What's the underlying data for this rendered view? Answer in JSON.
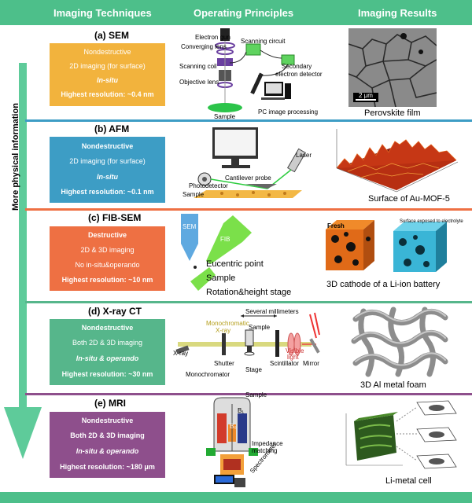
{
  "header": {
    "col1": "Imaging Techniques",
    "col2": "Operating Principles",
    "col3": "Imaging Results"
  },
  "side_label": "More physical information",
  "colors": {
    "header_green": "#4dbf8a",
    "arrow_green": "#5ecb9a",
    "sem": "#f2b33d",
    "afm": "#3d9dc5",
    "fib": "#ee7043",
    "xct": "#56b68b",
    "mri": "#8e4f8c"
  },
  "sections": {
    "sem": {
      "title": "(a) SEM",
      "lines": [
        "Nondestructive",
        "2D imaging (for surface)",
        "In-situ",
        "Highest resolution: ~0.4 nm"
      ],
      "labels": {
        "gun": "Electron gun",
        "conv": "Converging lens",
        "scoil": "Scanning coil",
        "objl": "Objective lens",
        "circuit": "Scanning circuit",
        "det1": "Secondary",
        "det2": "electron detector",
        "sample": "Sample",
        "pc": "PC image processing"
      },
      "scale": "2 μm",
      "caption": "Perovskite film"
    },
    "afm": {
      "title": "(b) AFM",
      "lines": [
        "Nondestructive",
        "2D imaging (for surface)",
        "In-situ",
        "Highest resolution: ~0.1 nm"
      ],
      "labels": {
        "laser": "Laser",
        "cantilever": "Cantilever probe",
        "photo": "Photodetector",
        "sample": "Sample"
      },
      "caption": "Surface of Au-MOF-5"
    },
    "fib": {
      "title": "(c) FIB-SEM",
      "lines": [
        "Destructive",
        "2D & 3D imaging",
        "No in-situ&operando",
        "Highest resolution: ~10 nm"
      ],
      "labels": {
        "sem": "SEM",
        "fib": "FIB",
        "eucentric": "Eucentric point",
        "sample": "Sample",
        "stage": "Rotation&height stage",
        "fresh": "Fresh",
        "exposed": "Surface exposed to electrolyte"
      },
      "caption": "3D cathode of a Li-ion battery"
    },
    "xct": {
      "title": "(d) X-ray CT",
      "lines": [
        "Nondestructive",
        "Both 2D & 3D imaging",
        "In-situ & operando",
        "Highest resolution: ~30 nm"
      ],
      "labels": {
        "several": "Several millimeters",
        "mono1": "Monochromatic",
        "mono2": "X-ray",
        "xray": "X-ray",
        "sample": "Sample",
        "shutter": "Shutter",
        "stage": "Stage",
        "scint": "Scintillator",
        "vis1": "Visible",
        "vis2": "light",
        "mirror": "Mirror",
        "monochromator": "Monochromator"
      },
      "caption": "3D Al metal foam"
    },
    "mri": {
      "title": "(e) MRI",
      "lines": [
        "Nondestructive",
        "Both 2D & 3D imaging",
        "In-situ & operando",
        "Highest resolution: ~180 μm"
      ],
      "labels": {
        "sample": "Sample",
        "b0": "B₀",
        "b1": "B₁",
        "imp1": "Impedance",
        "imp2": "matching",
        "spec": "Spectrometer"
      },
      "caption": "Li-metal cell"
    }
  }
}
